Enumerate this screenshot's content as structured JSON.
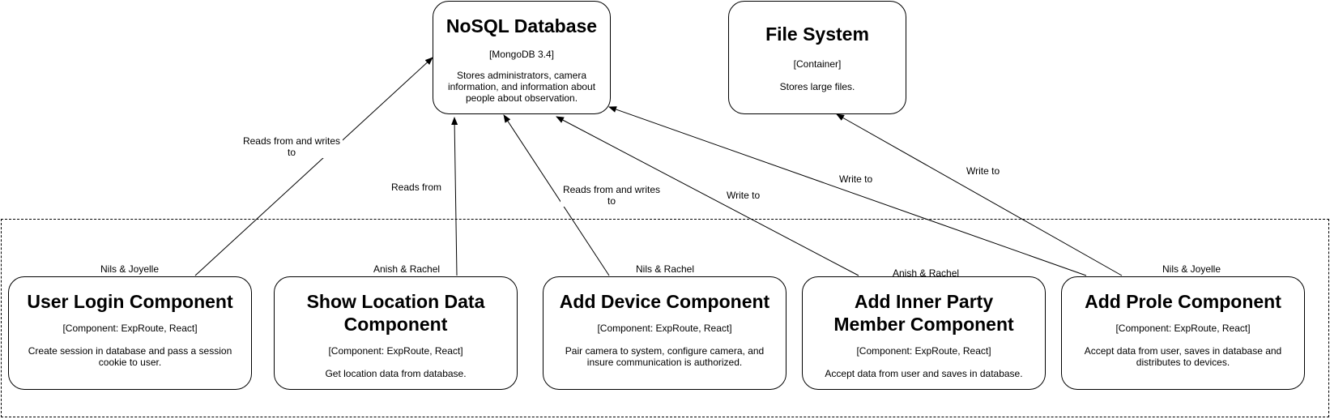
{
  "containers": {
    "nosql": {
      "name": "NoSQL Database",
      "tech": "[MongoDB 3.4]",
      "description": "Stores administrators, camera information, and information about people about observation."
    },
    "filesystem": {
      "name": "File System",
      "tech": "[Container]",
      "description": "Stores large files."
    }
  },
  "components": [
    {
      "name": "User Login Component",
      "tech": "[Component: ExpRoute, React]",
      "description": "Create session in database and pass a session cookie to user.",
      "author": "Nils & Joyelle"
    },
    {
      "name": "Show Location Data Component",
      "tech": "[Component: ExpRoute, React]",
      "description": "Get location data from database.",
      "author": "Anish & Rachel"
    },
    {
      "name": "Add Device Component",
      "tech": "[Component: ExpRoute, React]",
      "description": "Pair camera to system, configure camera, and insure communication is authorized.",
      "author": "Nils & Rachel"
    },
    {
      "name": "Add Inner Party Member Component",
      "tech": "[Component: ExpRoute, React]",
      "description": "Accept data from user and saves in database.",
      "author": "Anish & Rachel"
    },
    {
      "name": "Add Prole Component",
      "tech": "[Component: ExpRoute, React]",
      "description": "Accept data from user, saves in database and distributes to devices.",
      "author": "Nils & Joyelle"
    }
  ],
  "relationships": [
    {
      "from": "User Login Component",
      "to": "NoSQL Database",
      "label": "Reads from and writes to"
    },
    {
      "from": "Show Location Data Component",
      "to": "NoSQL Database",
      "label": "Reads from"
    },
    {
      "from": "Add Device Component",
      "to": "NoSQL Database",
      "label": "Reads from and writes to"
    },
    {
      "from": "Add Inner Party Member Component",
      "to": "NoSQL Database",
      "label": "Write to"
    },
    {
      "from": "Add Prole Component",
      "to": "NoSQL Database",
      "label": "Write to"
    },
    {
      "from": "Add Prole Component",
      "to": "File System",
      "label": "Write to"
    }
  ]
}
